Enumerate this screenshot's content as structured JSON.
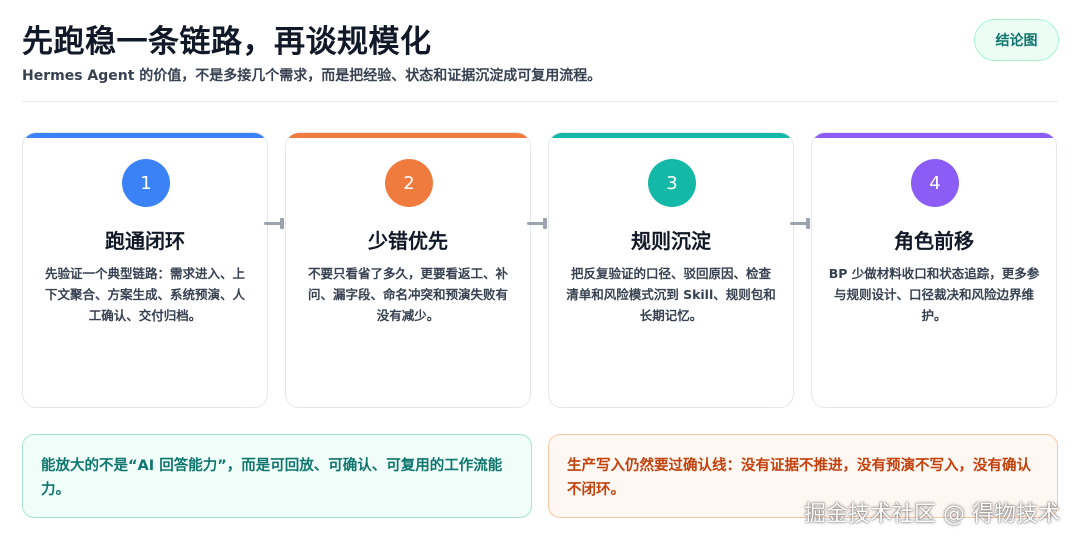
{
  "header": {
    "title": "先跑稳一条链路，再谈规模化",
    "subtitle": "Hermes Agent 的价值，不是多接几个需求，而是把经验、状态和证据沉淀成可复用流程。",
    "badge": "结论图"
  },
  "colors": {
    "step1": "#3b82f6",
    "step2": "#f07b3f",
    "step3": "#14b8a6",
    "step4": "#8b5cf6",
    "green_text": "#0f766e",
    "orange_text": "#c2410c"
  },
  "steps": [
    {
      "number": "1",
      "title": "跑通闭环",
      "desc": "先验证一个典型链路：需求进入、上下文聚合、方案生成、系统预演、人工确认、交付归档。"
    },
    {
      "number": "2",
      "title": "少错优先",
      "desc": "不要只看省了多久，更要看返工、补问、漏字段、命名冲突和预演失败有没有减少。"
    },
    {
      "number": "3",
      "title": "规则沉淀",
      "desc": "把反复验证的口径、驳回原因、检查清单和风险模式沉到 Skill、规则包和长期记忆。"
    },
    {
      "number": "4",
      "title": "角色前移",
      "desc": "BP 少做材料收口和状态追踪，更多参与规则设计、口径裁决和风险边界维护。"
    }
  ],
  "notes": {
    "green": "能放大的不是“AI 回答能力”，而是可回放、可确认、可复用的工作流能力。",
    "orange": "生产写入仍然要过确认线：没有证据不推进，没有预演不写入，没有确认不闭环。"
  },
  "watermark": "掘金技术社区 @ 得物技术"
}
